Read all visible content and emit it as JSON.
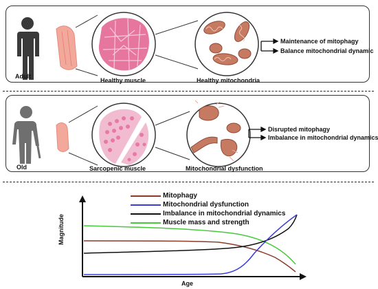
{
  "top_panel": {
    "person_label": "Adult",
    "muscle_label": "Healthy muscle",
    "mito_label": "Healthy mitochondria",
    "outcomes": [
      "Maintenance of mitophagy",
      "Balance mitochondrial dynamic"
    ]
  },
  "bottom_panel": {
    "person_label": "Old",
    "muscle_label": "Sarcopenic muscle",
    "mito_label": "Mitochondrial dysfunction",
    "outcomes": [
      "Disrupted mitophagy",
      "Imbalance in mitochondrial dynamics"
    ]
  },
  "graph": {
    "ylabel": "Magnitude",
    "xlabel": "Age",
    "legend": [
      {
        "label": "Mitophagy",
        "color": "#8b3a2a"
      },
      {
        "label": "Mitochondrial dysfunction",
        "color": "#3b3bdb"
      },
      {
        "label": "Imbalance in mitochondrial dynamics",
        "color": "#111111"
      },
      {
        "label": "Muscle mass and strength",
        "color": "#46c93a"
      }
    ],
    "colors": {
      "mitophagy": "#8b3a2a",
      "dysfunction": "#3b3bdb",
      "imbalance": "#111111",
      "muscle": "#46c93a"
    }
  }
}
